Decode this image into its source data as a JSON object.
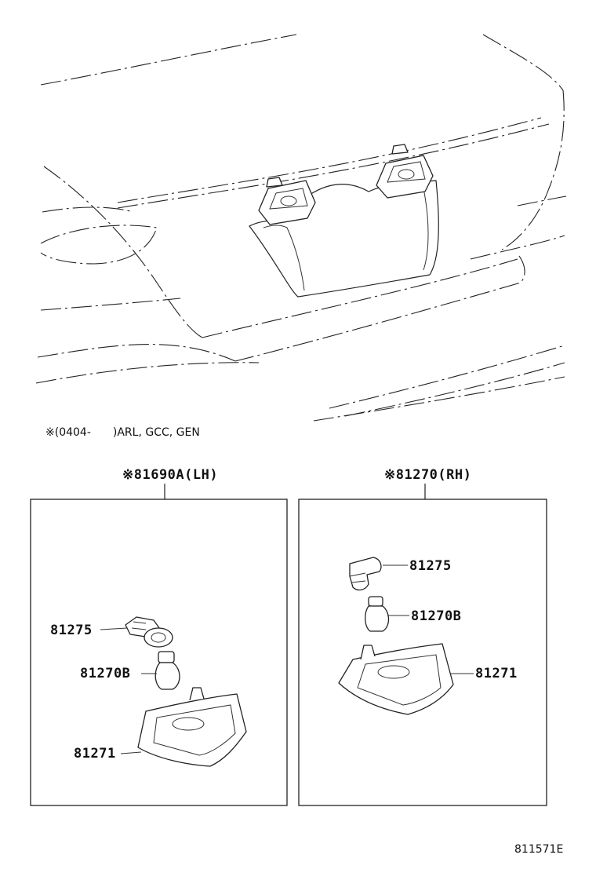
{
  "note": "※(0404-　　)ARL, GCC, GEN",
  "assemblies": {
    "lh": {
      "label": "※81690A(LH)"
    },
    "rh": {
      "label": "※81270(RH)"
    }
  },
  "parts": {
    "lh_socket": "81275",
    "lh_bulb": "81270B",
    "lh_lamp": "81271",
    "rh_socket": "81275",
    "rh_bulb": "81270B",
    "rh_lamp": "81271"
  },
  "figure_id": "811571E"
}
